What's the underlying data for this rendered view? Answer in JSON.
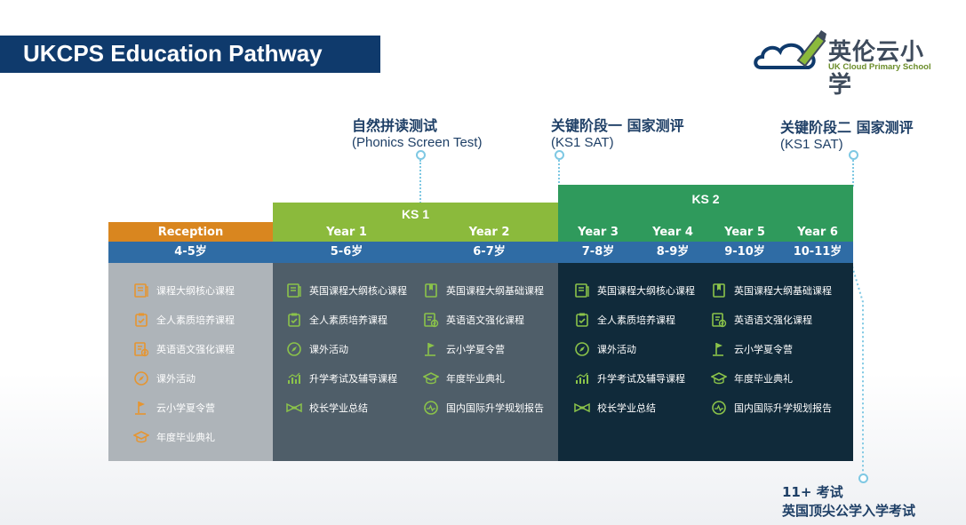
{
  "title": "UKCPS Education Pathway",
  "logo": {
    "cn": "英伦云小学",
    "en": "UK Cloud Primary School"
  },
  "milestones": {
    "phonics": {
      "zh": "自然拼读测试",
      "en": "(Phonics Screen Test)"
    },
    "ks1_sat": {
      "zh": "关键阶段一 国家测评",
      "en": "(KS1 SAT)"
    },
    "ks2_sat": {
      "zh": "关键阶段二 国家测评",
      "en": "(KS1 SAT)"
    },
    "eleven_plus": {
      "zh": "11+ 考试",
      "sub": "英国顶尖公学入学考试"
    }
  },
  "stages": {
    "ks1": "KS 1",
    "ks2": "KS 2"
  },
  "years": [
    "Reception",
    "Year 1",
    "Year 2",
    "Year 3",
    "Year 4",
    "Year 5",
    "Year 6"
  ],
  "ages": [
    "4-5岁",
    "5-6岁",
    "6-7岁",
    "7-8岁",
    "8-9岁",
    "9-10岁",
    "10-11岁"
  ],
  "colors": {
    "reception": "#d9861f",
    "ks1": "#8bba3c",
    "ks2": "#2f9a5c",
    "age_row": "#2f6ca5",
    "panel_reception": "#aeb4b9",
    "panel_ks1": "#4f5e69",
    "panel_ks2": "#102a3a",
    "icon_orange": "#e69530",
    "icon_green": "#8bc34a"
  },
  "reception_items": [
    {
      "icon": "book-icon",
      "label": "课程大纲核心课程"
    },
    {
      "icon": "clipboard-check-icon",
      "label": "全人素质培养课程"
    },
    {
      "icon": "document-check-icon",
      "label": "英语语文强化课程"
    },
    {
      "icon": "compass-icon",
      "label": "课外活动"
    },
    {
      "icon": "flag-icon",
      "label": "云小学夏令营"
    },
    {
      "icon": "graduation-cap-icon",
      "label": "年度毕业典礼"
    }
  ],
  "ks1_col1": [
    {
      "icon": "book-icon",
      "label": "英国课程大纲核心课程"
    },
    {
      "icon": "clipboard-check-icon",
      "label": "全人素质培养课程"
    },
    {
      "icon": "compass-icon",
      "label": "课外活动"
    },
    {
      "icon": "bar-chart-icon",
      "label": "升学考试及辅导课程"
    },
    {
      "icon": "bowtie-icon",
      "label": "校长学业总结"
    }
  ],
  "ks1_col2": [
    {
      "icon": "bookmark-icon",
      "label": "英国课程大纲基础课程"
    },
    {
      "icon": "document-check-icon",
      "label": "英语语文强化课程"
    },
    {
      "icon": "flag-icon",
      "label": "云小学夏令营"
    },
    {
      "icon": "graduation-cap-icon",
      "label": "年度毕业典礼"
    },
    {
      "icon": "report-icon",
      "label": "国内国际升学规划报告"
    }
  ],
  "ks2_col1": [
    {
      "icon": "book-icon",
      "label": "英国课程大纲核心课程"
    },
    {
      "icon": "clipboard-check-icon",
      "label": "全人素质培养课程"
    },
    {
      "icon": "compass-icon",
      "label": "课外活动"
    },
    {
      "icon": "bar-chart-icon",
      "label": "升学考试及辅导课程"
    },
    {
      "icon": "bowtie-icon",
      "label": "校长学业总结"
    }
  ],
  "ks2_col2": [
    {
      "icon": "bookmark-icon",
      "label": "英国课程大纲基础课程"
    },
    {
      "icon": "document-check-icon",
      "label": "英语语文强化课程"
    },
    {
      "icon": "flag-icon",
      "label": "云小学夏令营"
    },
    {
      "icon": "graduation-cap-icon",
      "label": "年度毕业典礼"
    },
    {
      "icon": "report-icon",
      "label": "国内国际升学规划报告"
    }
  ]
}
